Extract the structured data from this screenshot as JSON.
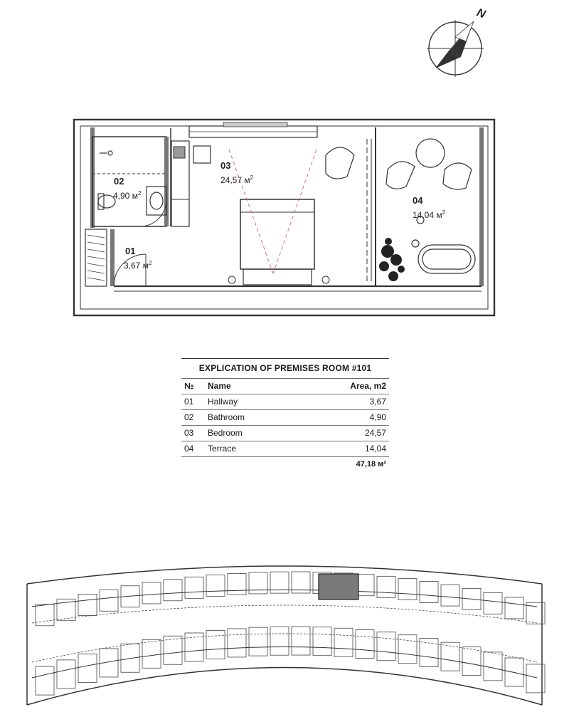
{
  "compass": {
    "north_label": "N"
  },
  "rooms": [
    {
      "number": "02",
      "area": "4,90",
      "unit": "м",
      "sup": "2"
    },
    {
      "number": "03",
      "area": "24,57",
      "unit": "м",
      "sup": "2"
    },
    {
      "number": "04",
      "area": "14,04",
      "unit": "м",
      "sup": "2"
    },
    {
      "number": "01",
      "area": "3,67",
      "unit": "м",
      "sup": "2"
    }
  ],
  "table": {
    "title": "EXPLICATION OF PREMISES ROOM #101",
    "headers": [
      "№",
      "Name",
      "Area, m2"
    ],
    "rows": [
      [
        "01",
        "Hallway",
        "3,67"
      ],
      [
        "02",
        "Bathroom",
        "4,90"
      ],
      [
        "03",
        "Bedroom",
        "24,57"
      ],
      [
        "04",
        "Terrace",
        "14,04"
      ]
    ],
    "total": "47,18 м²"
  }
}
